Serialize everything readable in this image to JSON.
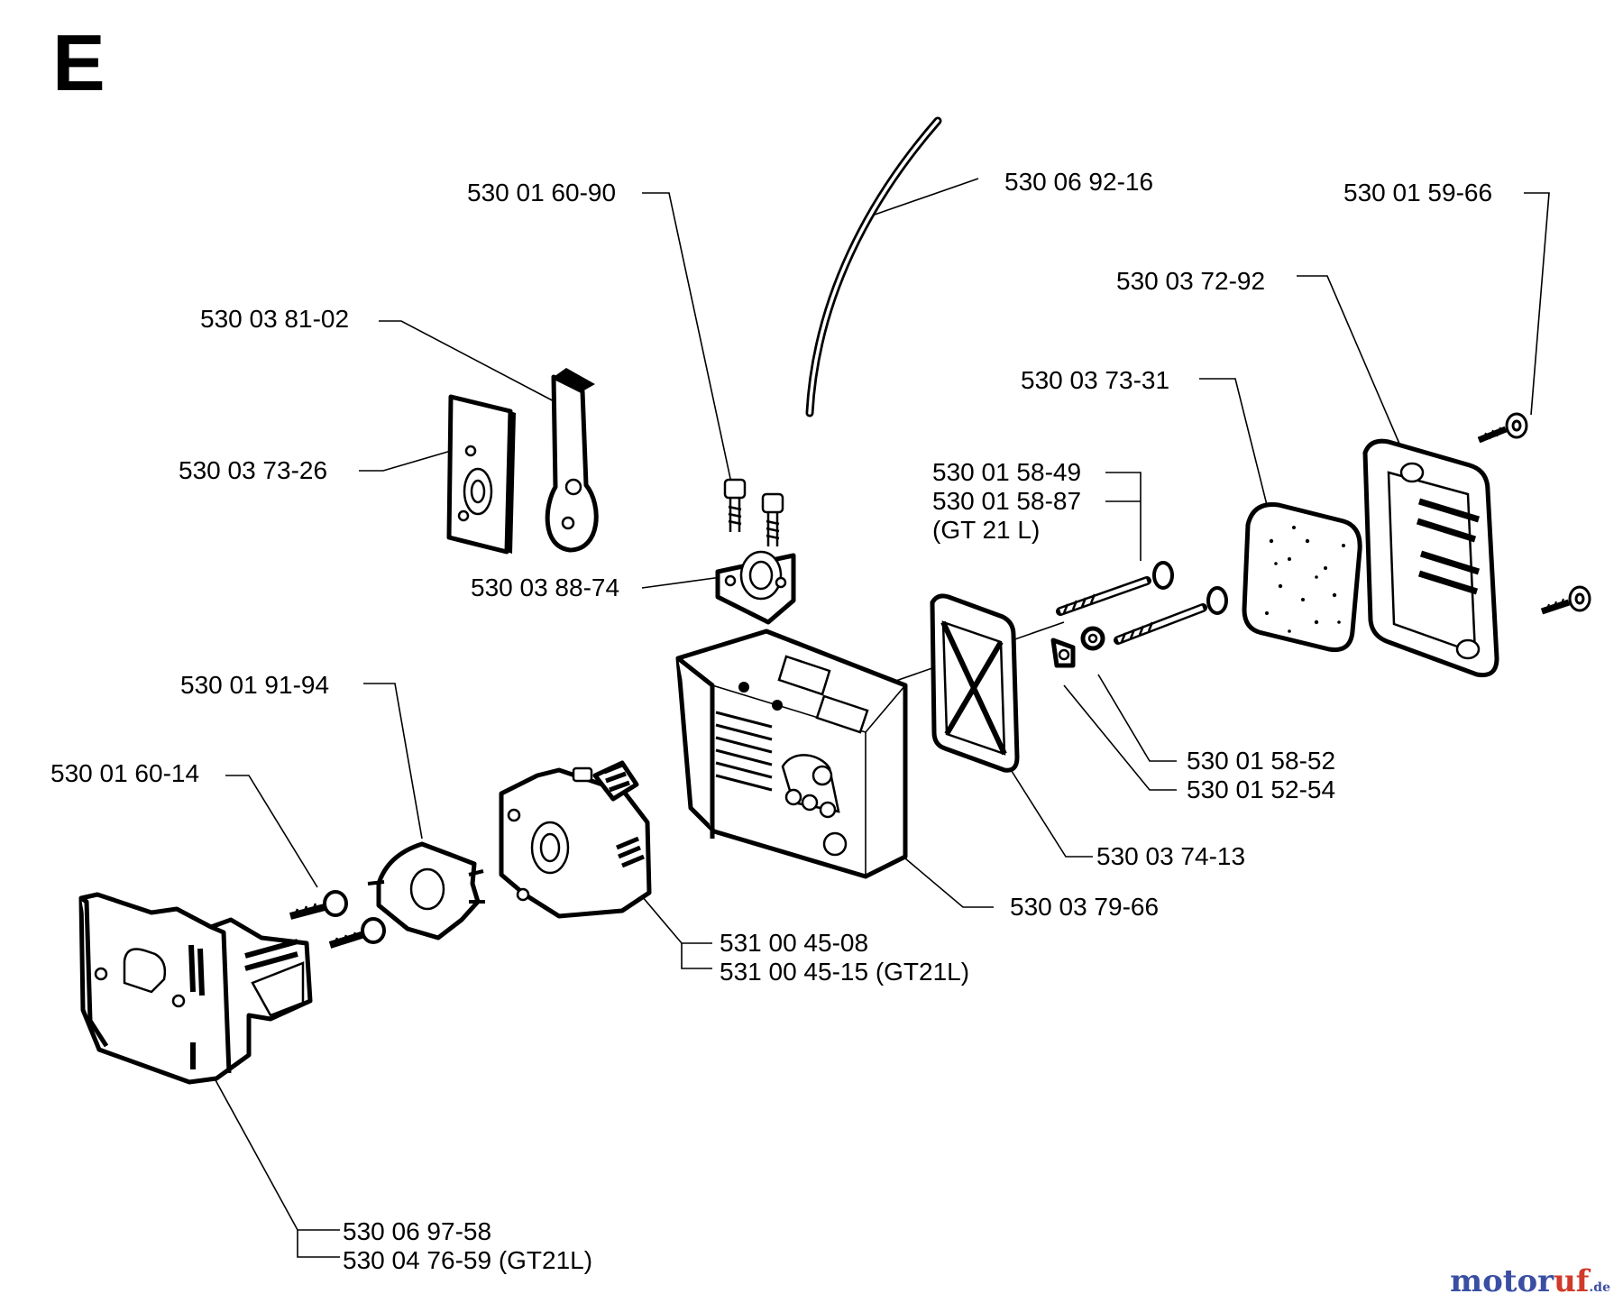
{
  "diagram": {
    "section_letter": "E",
    "watermark": {
      "part1": "motor",
      "part2": "uf",
      "suffix": ".de"
    },
    "labels": [
      {
        "id": "l1",
        "text": "530 01 60-90"
      },
      {
        "id": "l2",
        "text": "530 06 92-16"
      },
      {
        "id": "l3",
        "text": "530 01 59-66"
      },
      {
        "id": "l4",
        "text": "530 03 72-92"
      },
      {
        "id": "l5",
        "text": "530 03 81-02"
      },
      {
        "id": "l6",
        "text": "530 03 73-31"
      },
      {
        "id": "l7",
        "text": "530 03 73-26"
      },
      {
        "id": "l8",
        "text": "530 01 58-49"
      },
      {
        "id": "l9",
        "text": "530 01 58-87"
      },
      {
        "id": "l10",
        "text": "(GT 21 L)"
      },
      {
        "id": "l11",
        "text": "530 03 88-74"
      },
      {
        "id": "l12",
        "text": "530 01 91-94"
      },
      {
        "id": "l13",
        "text": "530 01 60-14"
      },
      {
        "id": "l14",
        "text": "530 01 58-52"
      },
      {
        "id": "l15",
        "text": "530 01 52-54"
      },
      {
        "id": "l16",
        "text": "530 03 74-13"
      },
      {
        "id": "l17",
        "text": "530 03 79-66"
      },
      {
        "id": "l18",
        "text": "531 00 45-08"
      },
      {
        "id": "l19",
        "text": "531 00 45-15 (GT21L)"
      },
      {
        "id": "l20",
        "text": "530 06 97-58"
      },
      {
        "id": "l21",
        "text": "530 04 76-59 (GT21L)"
      }
    ]
  }
}
